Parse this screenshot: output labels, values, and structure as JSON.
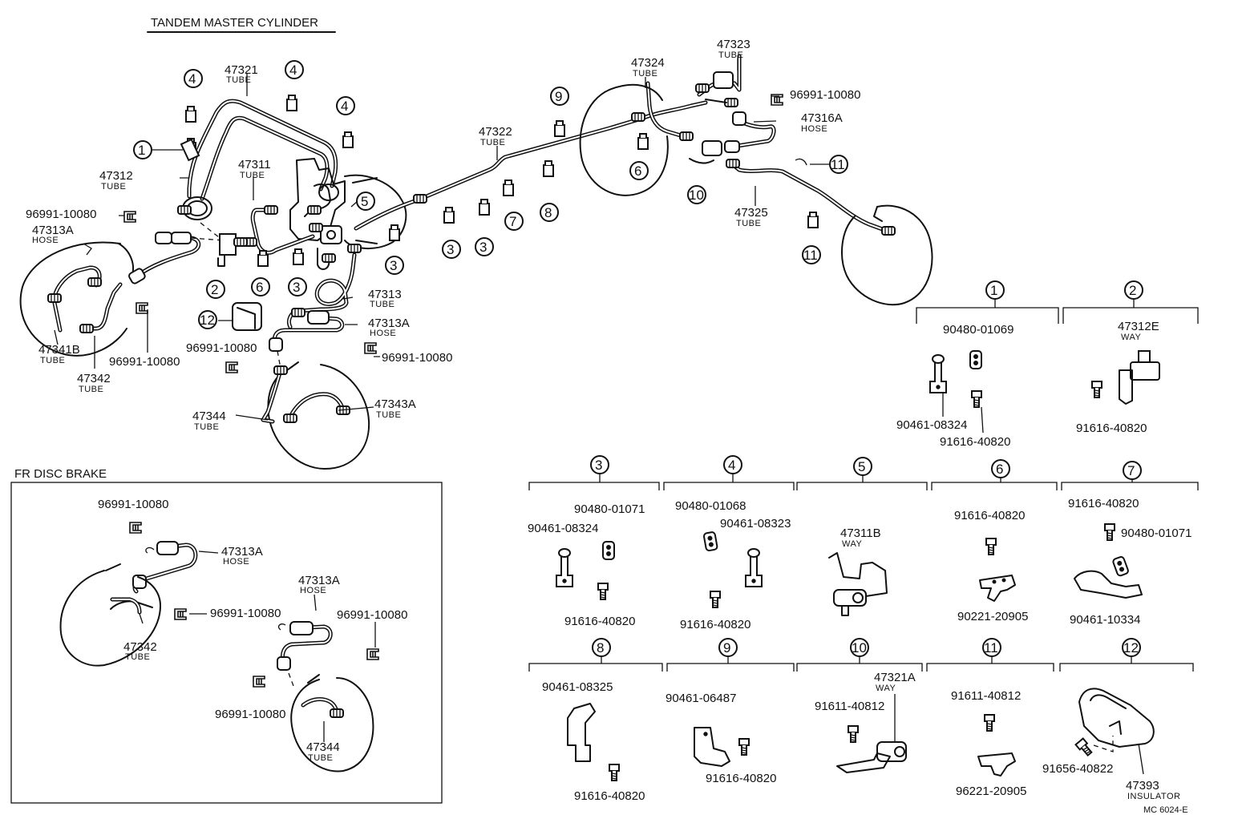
{
  "header": {
    "title": "TANDEM MASTER CYLINDER"
  },
  "inset": {
    "title": "FR DISC BRAKE"
  },
  "footer": {
    "code": "MC 6024-E"
  },
  "main_labels": {
    "p47321": {
      "num": "47321",
      "sub": "TUBE"
    },
    "p47312": {
      "num": "47312",
      "sub": "TUBE"
    },
    "p47311": {
      "num": "47311",
      "sub": "TUBE"
    },
    "p47322": {
      "num": "47322",
      "sub": "TUBE"
    },
    "p47324": {
      "num": "47324",
      "sub": "TUBE"
    },
    "p47323": {
      "num": "47323",
      "sub": "TUBE"
    },
    "p47316a": {
      "num": "47316A",
      "sub": "HOSE"
    },
    "p47325": {
      "num": "47325",
      "sub": "TUBE"
    },
    "p47313a_left": {
      "num": "47313A",
      "sub": "HOSE"
    },
    "p47313": {
      "num": "47313",
      "sub": "TUBE"
    },
    "p47313a_mid": {
      "num": "47313A",
      "sub": "HOSE"
    },
    "p47341b": {
      "num": "47341B",
      "sub": "TUBE"
    },
    "p47342": {
      "num": "47342",
      "sub": "TUBE"
    },
    "p47344": {
      "num": "47344",
      "sub": "TUBE"
    },
    "p47343a": {
      "num": "47343A",
      "sub": "TUBE"
    },
    "clip_top_right": {
      "num": "96991-10080"
    },
    "clip_left": {
      "num": "96991-10080"
    },
    "clip_lower_left": {
      "num": "96991-10080"
    },
    "clip_mid": {
      "num": "96991-10080"
    },
    "clip_mid_right": {
      "num": "96991-10080"
    }
  },
  "inset_labels": {
    "clip_a": {
      "num": "96991-10080"
    },
    "hose_a": {
      "num": "47313A",
      "sub": "HOSE"
    },
    "hose_b": {
      "num": "47313A",
      "sub": "HOSE"
    },
    "clip_b": {
      "num": "96991-10080"
    },
    "clip_c": {
      "num": "96991-10080"
    },
    "clip_d": {
      "num": "96991-10080"
    },
    "tube_a": {
      "num": "47342",
      "sub": "TUBE"
    },
    "tube_b": {
      "num": "47344",
      "sub": "TUBE"
    }
  },
  "callouts": [
    "1",
    "2",
    "3",
    "4",
    "5",
    "6",
    "7",
    "8",
    "9",
    "10",
    "11",
    "12"
  ],
  "detail_groups": {
    "g1": {
      "num": "1",
      "parts": [
        "90480-01069",
        "90461-08324",
        "91616-40820"
      ]
    },
    "g2": {
      "num": "2",
      "way": {
        "num": "47312E",
        "sub": "WAY"
      },
      "parts": [
        "91616-40820"
      ]
    },
    "g3": {
      "num": "3",
      "parts": [
        "90480-01071",
        "90461-08324",
        "91616-40820"
      ]
    },
    "g4": {
      "num": "4",
      "parts": [
        "90480-01068",
        "90461-08323",
        "91616-40820"
      ]
    },
    "g5": {
      "num": "5",
      "way": {
        "num": "47311B",
        "sub": "WAY"
      }
    },
    "g6": {
      "num": "6",
      "parts": [
        "91616-40820",
        "90221-20905"
      ]
    },
    "g7": {
      "num": "7",
      "parts": [
        "91616-40820",
        "90480-01071",
        "90461-10334"
      ]
    },
    "g8": {
      "num": "8",
      "parts": [
        "90461-08325",
        "91616-40820"
      ]
    },
    "g9": {
      "num": "9",
      "parts": [
        "90461-06487",
        "91616-40820"
      ]
    },
    "g10": {
      "num": "10",
      "way": {
        "num": "47321A",
        "sub": "WAY"
      },
      "parts": [
        "91611-40812"
      ]
    },
    "g11": {
      "num": "11",
      "parts": [
        "91611-40812",
        "96221-20905"
      ]
    },
    "g12": {
      "num": "12",
      "parts": [
        "91656-40822"
      ],
      "insulator": {
        "num": "47393",
        "sub": "INSULATOR"
      }
    }
  }
}
